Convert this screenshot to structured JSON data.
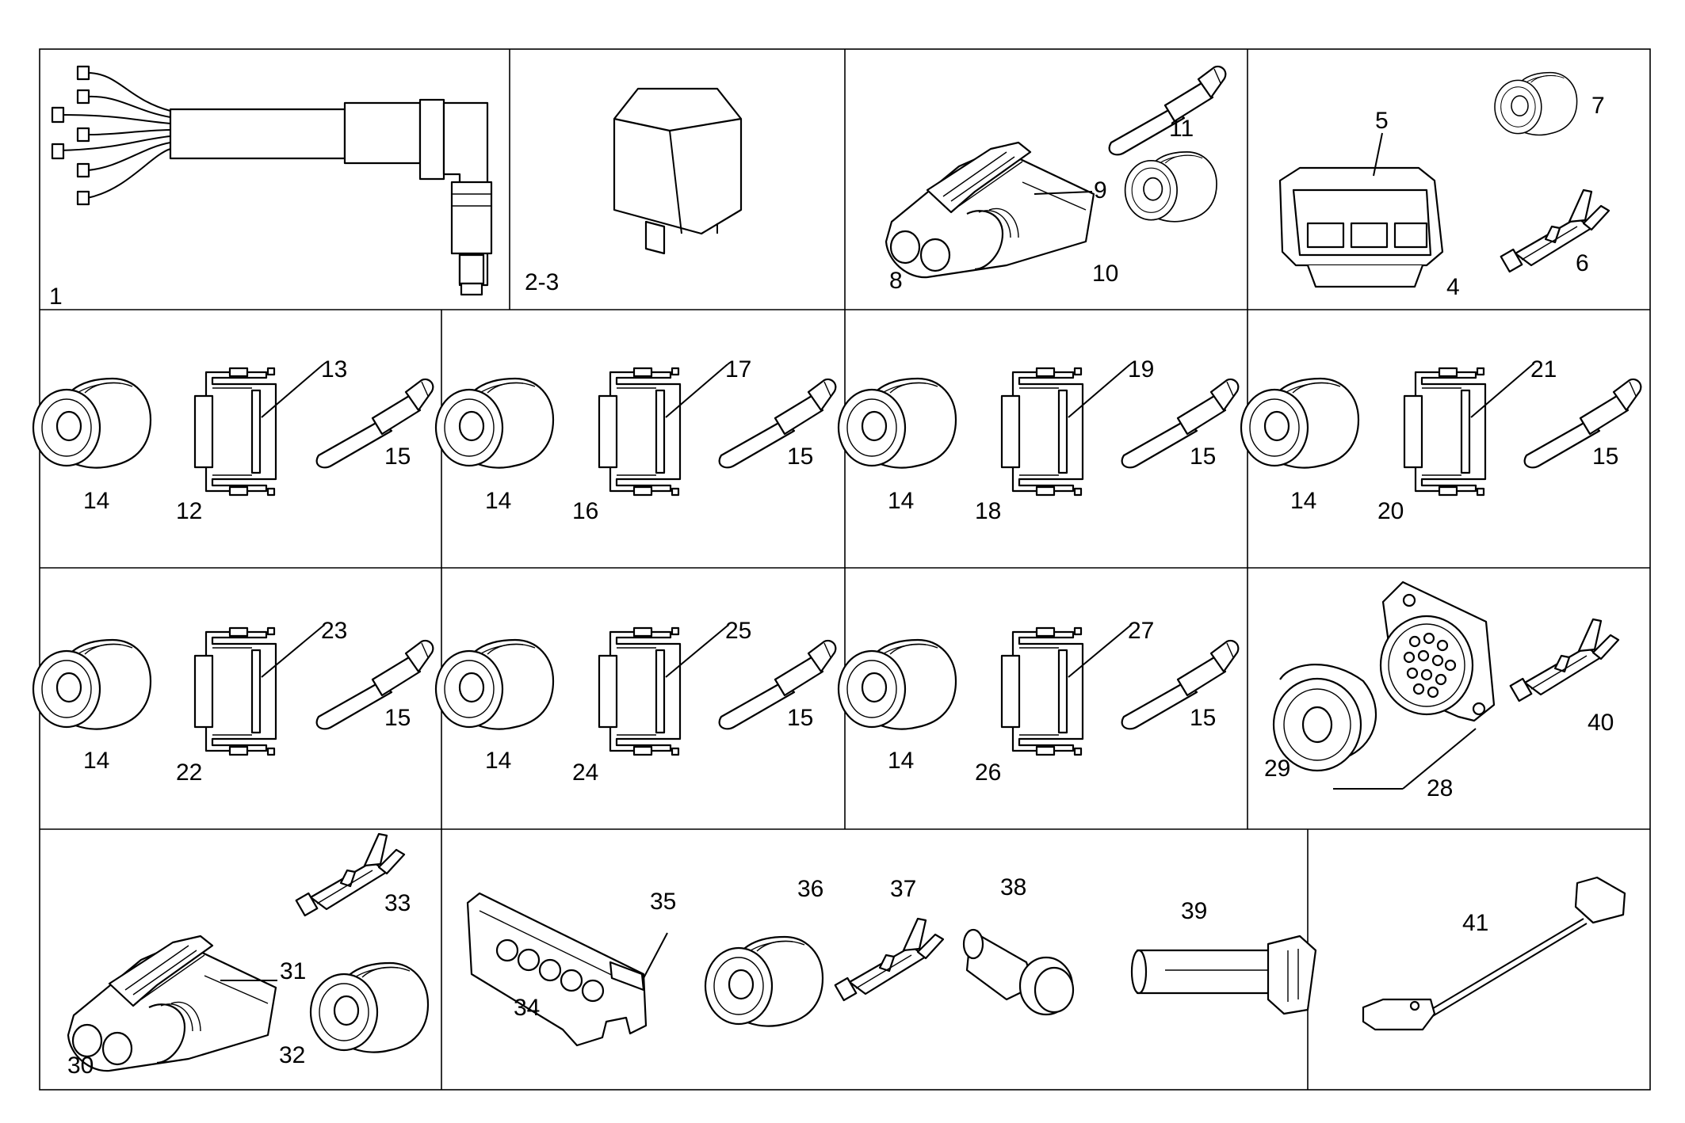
{
  "diagram": {
    "callouts": {
      "c1": "1",
      "c2_3": "2-3",
      "c4": "4",
      "c5": "5",
      "c6": "6",
      "c7": "7",
      "c8": "8",
      "c9": "9",
      "c10": "10",
      "c11": "11",
      "c12": "12",
      "c13": "13",
      "c14": "14",
      "c15": "15",
      "c16": "16",
      "c17": "17",
      "c18": "18",
      "c19": "19",
      "c20": "20",
      "c21": "21",
      "c22": "22",
      "c23": "23",
      "c24": "24",
      "c25": "25",
      "c26": "26",
      "c27": "27",
      "c28": "28",
      "c29": "29",
      "c30": "30",
      "c31": "31",
      "c32": "32",
      "c33": "33",
      "c34": "34",
      "c35": "35",
      "c36": "36",
      "c37": "37",
      "c38": "38",
      "c39": "39",
      "c40": "40",
      "c41": "41"
    }
  }
}
